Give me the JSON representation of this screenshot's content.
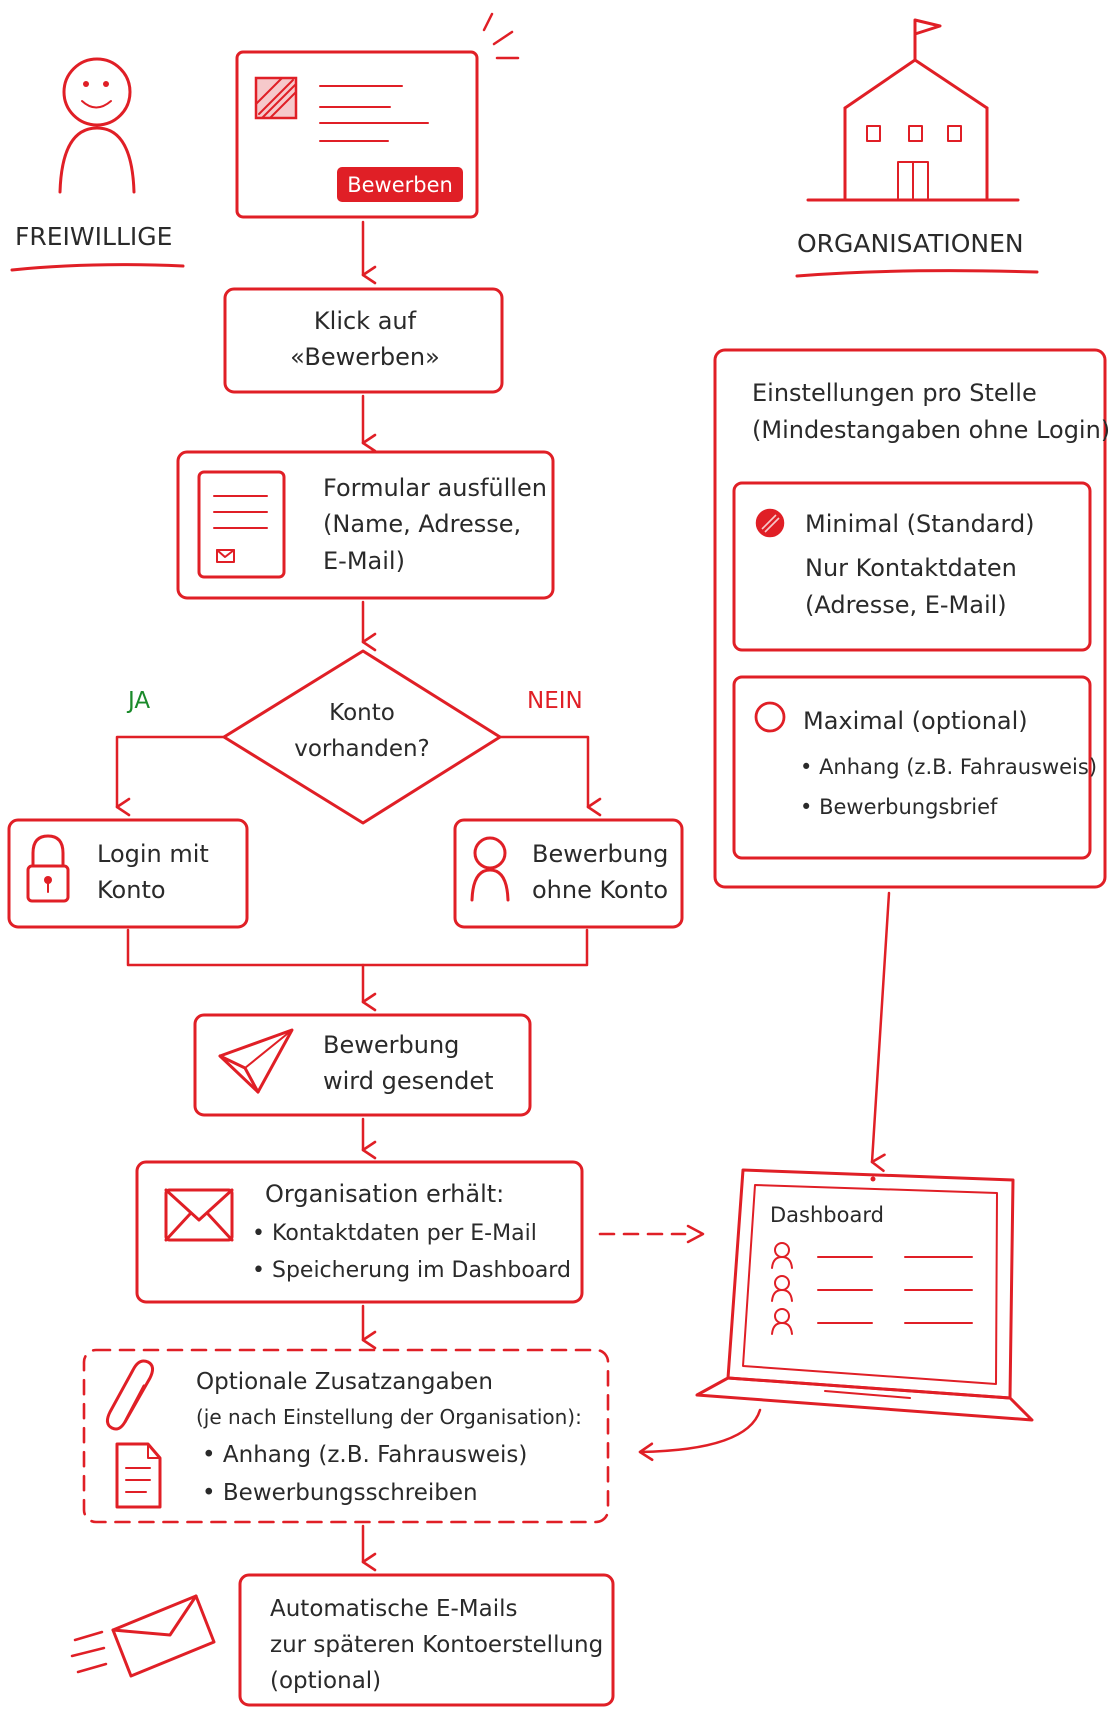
{
  "colors": {
    "accent": "#e01f26",
    "text": "#2a2a2a",
    "yes": "#1a8a2a"
  },
  "left_actor": {
    "label": "FREIWILLIGE",
    "icon": "person-icon"
  },
  "right_actor": {
    "label": "ORGANISATIONEN",
    "icon": "building-icon"
  },
  "job_card": {
    "button_label": "Bewerben"
  },
  "steps": {
    "click": {
      "line1": "Klick auf",
      "line2": "«Bewerben»"
    },
    "form": {
      "line1": "Formular ausfüllen",
      "line2": "(Name, Adresse,",
      "line3": "E-Mail)"
    },
    "decision": {
      "line1": "Konto",
      "line2": "vorhanden?",
      "yes": "JA",
      "no": "NEIN"
    },
    "login": {
      "line1": "Login mit",
      "line2": "Konto"
    },
    "no_account": {
      "line1": "Bewerbung",
      "line2": "ohne Konto"
    },
    "sent": {
      "line1": "Bewerbung",
      "line2": "wird gesendet"
    },
    "received": {
      "title": "Organisation erhält:",
      "bullets": [
        "Kontaktdaten per E-Mail",
        "Speicherung im Dashboard"
      ]
    },
    "optional": {
      "title": "Optionale Zusatzangaben",
      "subtitle": "(je nach Einstellung der Organisation):",
      "bullets": [
        "Anhang (z.B. Fahrausweis)",
        "Bewerbungsschreiben"
      ]
    },
    "auto_mail": {
      "line1": "Automatische E-Mails",
      "line2": "zur späteren Kontoerstellung",
      "line3": "(optional)"
    }
  },
  "settings": {
    "title1": "Einstellungen pro Stelle",
    "title2": "(Mindestangaben ohne Login)",
    "minimal": {
      "label": "Minimal (Standard)",
      "line1": "Nur Kontaktdaten",
      "line2": "(Adresse, E-Mail)",
      "selected": true
    },
    "maximal": {
      "label": "Maximal (optional)",
      "bullets": [
        "Anhang (z.B. Fahrausweis)",
        "Bewerbungsbrief"
      ],
      "selected": false
    }
  },
  "dashboard": {
    "title": "Dashboard",
    "rows": 3
  }
}
